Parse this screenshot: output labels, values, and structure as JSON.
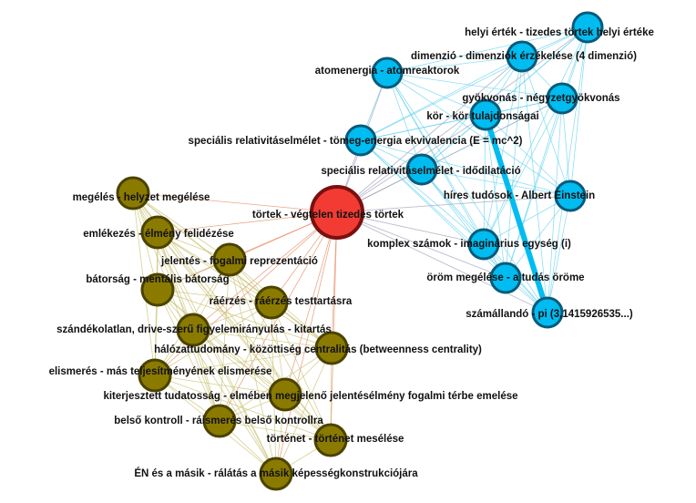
{
  "colors": {
    "blue": "#00bcf0",
    "blue_stroke": "#0a5a7a",
    "olive": "#8a7a00",
    "olive_stroke": "#4a4200",
    "red": "#f23c33",
    "red_stroke": "#7a1010",
    "blue_edge": "#5fd0f0",
    "olive_edge": "#c8c070",
    "red_edge": "#e8906a",
    "gray_edge": "#a0a0b8"
  },
  "nodes": [
    {
      "label": "helyi érték -  tizedes törtek helyi értéke",
      "group": "blue"
    },
    {
      "label": "dimenzió - dimenziók érzékelése (4 dimenzió)",
      "group": "blue"
    },
    {
      "label": "atomenergia - atomreaktorok",
      "group": "blue"
    },
    {
      "label": "gyökvonás - négyzetgyökvonás",
      "group": "blue"
    },
    {
      "label": "kör - kör tulajdonságai",
      "group": "blue"
    },
    {
      "label": "speciális relativitáselmélet - tömeg-energia ekvivalencia (E = mc^2)",
      "group": "blue"
    },
    {
      "label": "speciális relativitáselmélet - idődilatáció",
      "group": "blue"
    },
    {
      "label": "híres tudósok - Albert Einstein",
      "group": "blue"
    },
    {
      "label": "komplex számok - imaginárius egység (i)",
      "group": "blue"
    },
    {
      "label": "öröm megélése - a tudás öröme",
      "group": "blue"
    },
    {
      "label": "számállandó - pi (3,1415926535...)",
      "group": "blue"
    },
    {
      "label": "törtek - végtelen tizedes törtek",
      "group": "red"
    },
    {
      "label": "megélés - helyzet megélése",
      "group": "olive"
    },
    {
      "label": "emlékezés - élmény felidézése",
      "group": "olive"
    },
    {
      "label": "jelentés - fogalmi reprezentáció",
      "group": "olive"
    },
    {
      "label": "bátorság - mentális bátorság",
      "group": "olive"
    },
    {
      "label": "ráérzés - ráérzés testtartásra",
      "group": "olive"
    },
    {
      "label": "szándékolatlan, drive-szerű figyelemirányulás - kitartás",
      "group": "olive"
    },
    {
      "label": "hálózattudomány - közöttiség centralitás (betweenness centrality)",
      "group": "olive"
    },
    {
      "label": "elismerés - más teljesítményének elismerése",
      "group": "olive"
    },
    {
      "label": "kiterjesztett tudatosság - elmében megjelenő jelentésélmény fogalmi térbe emelése",
      "group": "olive"
    },
    {
      "label": "belső kontroll - ráismerés belső kontrollra",
      "group": "olive"
    },
    {
      "label": "történet - történet mesélése",
      "group": "olive"
    },
    {
      "label": "ÉN és a másik - rálátás a másik képességkonstrukciójára",
      "group": "olive"
    }
  ],
  "strong_edge": {
    "source": 4,
    "target": 10
  }
}
